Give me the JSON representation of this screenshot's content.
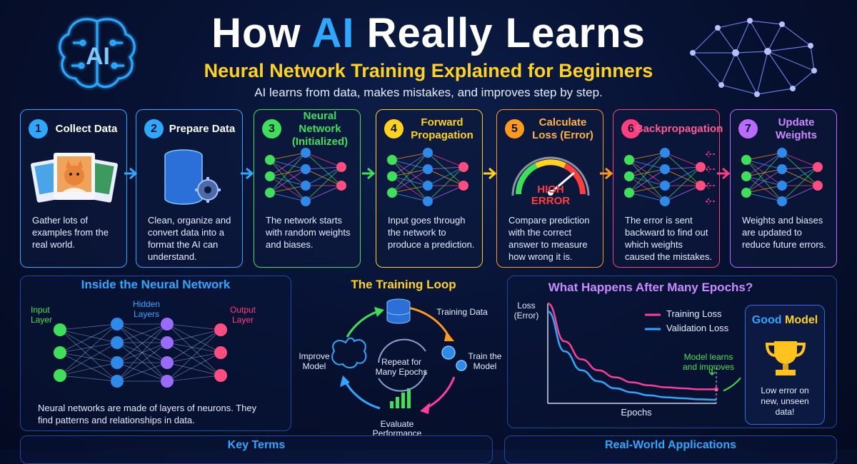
{
  "header": {
    "title_pre": "How ",
    "title_hl": "AI",
    "title_post": " Really Learns",
    "subtitle": "Neural Network Training Explained for Beginners",
    "tagline": "AI learns from data, makes mistakes, and improves step by step.",
    "brain_text": "AI"
  },
  "steps": [
    {
      "num": "1",
      "title": "Collect Data",
      "desc": "Gather lots of examples from the real world.",
      "color": "#2ea8ff"
    },
    {
      "num": "2",
      "title": "Prepare Data",
      "desc": "Clean, organize and convert data into a format the AI can understand.",
      "color": "#2ea8ff"
    },
    {
      "num": "3",
      "title": "Neural Network (Initialized)",
      "desc": "The network starts with random weights and biases.",
      "color": "#3ee05a"
    },
    {
      "num": "4",
      "title": "Forward Propagation",
      "desc": "Input goes through the network to produce a prediction.",
      "color": "#ffd21e"
    },
    {
      "num": "5",
      "title": "Calculate Loss (Error)",
      "desc": "Compare prediction with the correct answer to measure how wrong it is.",
      "color": "#ff9a1e"
    },
    {
      "num": "6",
      "title": "Backpropagation",
      "desc": "The error is sent backward to find out which weights caused the mistakes.",
      "color": "#ff3d7f"
    },
    {
      "num": "7",
      "title": "Update Weights",
      "desc": "Weights and biases are updated to reduce future errors.",
      "color": "#b96bff"
    }
  ],
  "gauge": {
    "line1": "HIGH",
    "line2": "ERROR"
  },
  "inside": {
    "title": "Inside the Neural Network",
    "input": "Input\nLayer",
    "hidden": "Hidden\nLayers",
    "output": "Output\nLayer",
    "desc": "Neural networks are made of layers of neurons. They find patterns and relationships in data."
  },
  "loop": {
    "title": "The Training Loop",
    "training_data": "Training Data",
    "train_model": "Train the\nModel",
    "evaluate": "Evaluate\nPerformance",
    "improve": "Improve\nModel",
    "center": "Repeat for\nMany Epochs"
  },
  "epochs": {
    "title": "What Happens After Many Epochs?",
    "ylabel": "Loss\n(Error)",
    "xlabel": "Epochs",
    "legend_train": "Training Loss",
    "legend_val": "Validation Loss",
    "annotation": "Model learns\nand improves",
    "good_pre": "Good ",
    "good_post": "Model",
    "good_desc": "Low error on new, unseen data!"
  },
  "chart_data": {
    "type": "line",
    "xlabel": "Epochs",
    "ylabel": "Loss (Error)",
    "x": [
      0,
      1,
      2,
      3,
      4,
      5,
      6,
      7,
      8,
      9,
      10
    ],
    "series": [
      {
        "name": "Training Loss",
        "values": [
          1.0,
          0.62,
          0.44,
          0.33,
          0.26,
          0.21,
          0.18,
          0.16,
          0.15,
          0.14,
          0.14
        ],
        "color": "#ff3d9a"
      },
      {
        "name": "Validation Loss",
        "values": [
          0.92,
          0.52,
          0.33,
          0.22,
          0.15,
          0.11,
          0.08,
          0.06,
          0.05,
          0.04,
          0.035
        ],
        "color": "#2ea8ff"
      }
    ],
    "grid": false,
    "legend": "top-right"
  },
  "bottom": {
    "key_terms": "Key Terms",
    "applications": "Real-World Applications"
  }
}
